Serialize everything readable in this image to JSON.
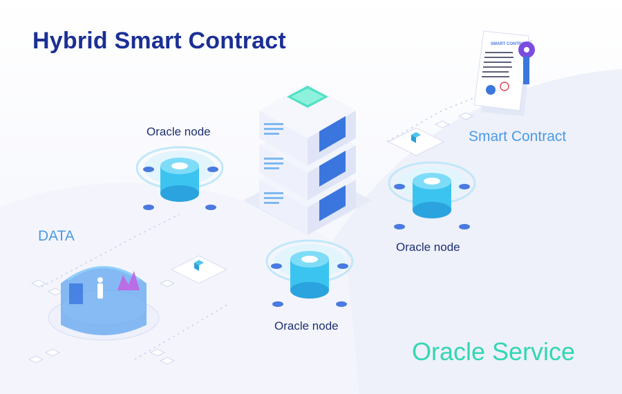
{
  "title": "Hybrid Smart Contract",
  "labels": {
    "oracle_node_1": "Oracle node",
    "oracle_node_2": "Oracle node",
    "oracle_node_3": "Oracle node",
    "smart_contract": "Smart Contract",
    "data": "DATA",
    "oracle_service": "Oracle Service"
  },
  "document": {
    "heading": "SMART CONTRACT"
  },
  "colors": {
    "title": "#1b2f95",
    "label_blue": "#4a9be3",
    "oracle_service": "#33d6b3",
    "node_cyan": "#3cc4f0",
    "key_purple": "#7b4ce0"
  }
}
